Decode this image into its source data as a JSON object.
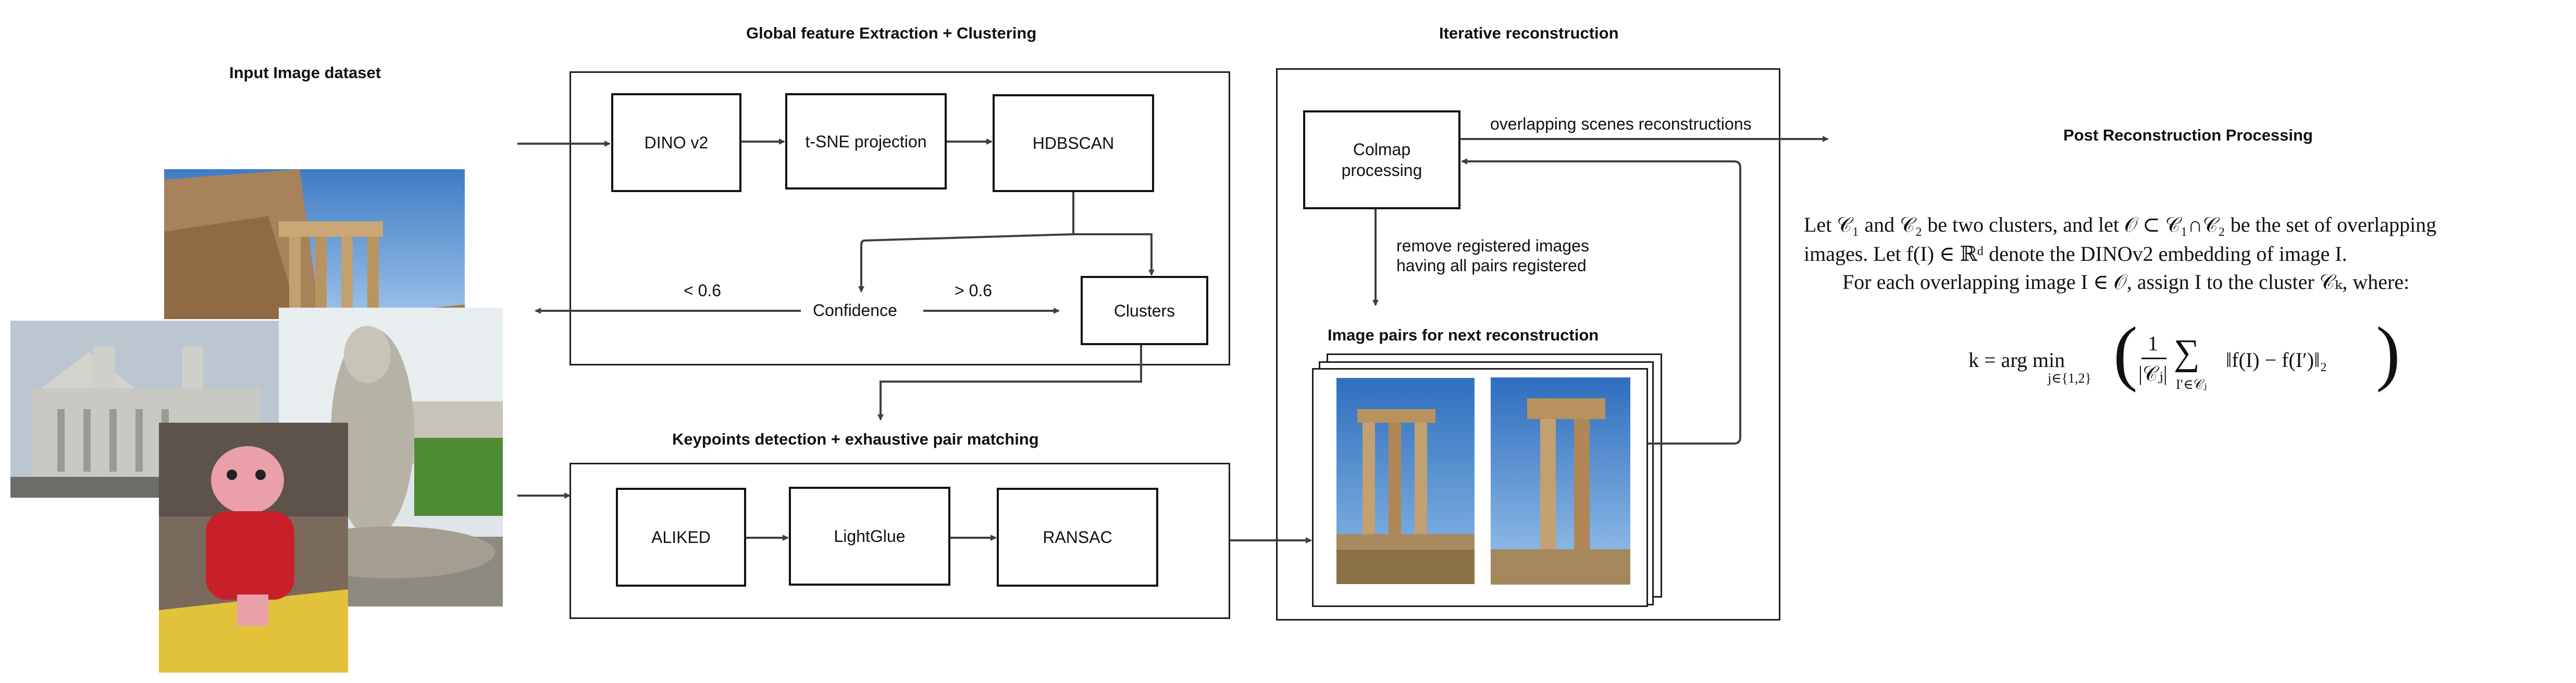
{
  "sections": {
    "input": "Input Image dataset",
    "global": "Global feature Extraction + Clustering",
    "keypoints": "Keypoints detection + exhaustive pair matching",
    "iterative": "Iterative reconstruction",
    "post": "Post Reconstruction Processing"
  },
  "global_nodes": {
    "dino": "DINO v2",
    "tsne": "t-SNE projection",
    "hdbscan": "HDBSCAN",
    "clusters": "Clusters"
  },
  "confidence": {
    "label": "Confidence",
    "low": "< 0.6",
    "high": "> 0.6"
  },
  "matching_nodes": {
    "aliked": "ALIKED",
    "lightglue": "LightGlue",
    "ransac": "RANSAC"
  },
  "iterative": {
    "colmap_line1": "Colmap",
    "colmap_line2": "processing",
    "overlap_label": "overlapping scenes reconstructions",
    "remove_line1": "remove registered images",
    "remove_line2": "having all pairs registered",
    "pairs_title": "Image pairs for next reconstruction"
  },
  "post_text": {
    "line1": "Let 𝒞₁ and 𝒞₂ be two clusters, and let 𝒪 ⊂ 𝒞₁∩𝒞₂ be the set of overlapping",
    "line2": "images. Let f(I) ∈ ℝᵈ denote the DINOv2 embedding of image I.",
    "line3": "For each overlapping image I ∈ 𝒪, assign I to the cluster 𝒞ₖ, where:",
    "eq_lhs": "k = arg min",
    "eq_sub": "j∈{1,2}",
    "eq_frac_num": "1",
    "eq_frac_den": "|𝒞ⱼ|",
    "eq_sum": "∑",
    "eq_sum_sub": "I′∈𝒞ⱼ",
    "eq_norm": "‖f(I) − f(I′)‖₂"
  },
  "colors": {
    "line": "#3a4048",
    "box_border": "#1c1c1c",
    "sky": "#4a86c8",
    "stone": "#b8935f",
    "cathedral": "#c9c9c4",
    "toy_red": "#c8202a",
    "grass": "#4f8a35"
  }
}
